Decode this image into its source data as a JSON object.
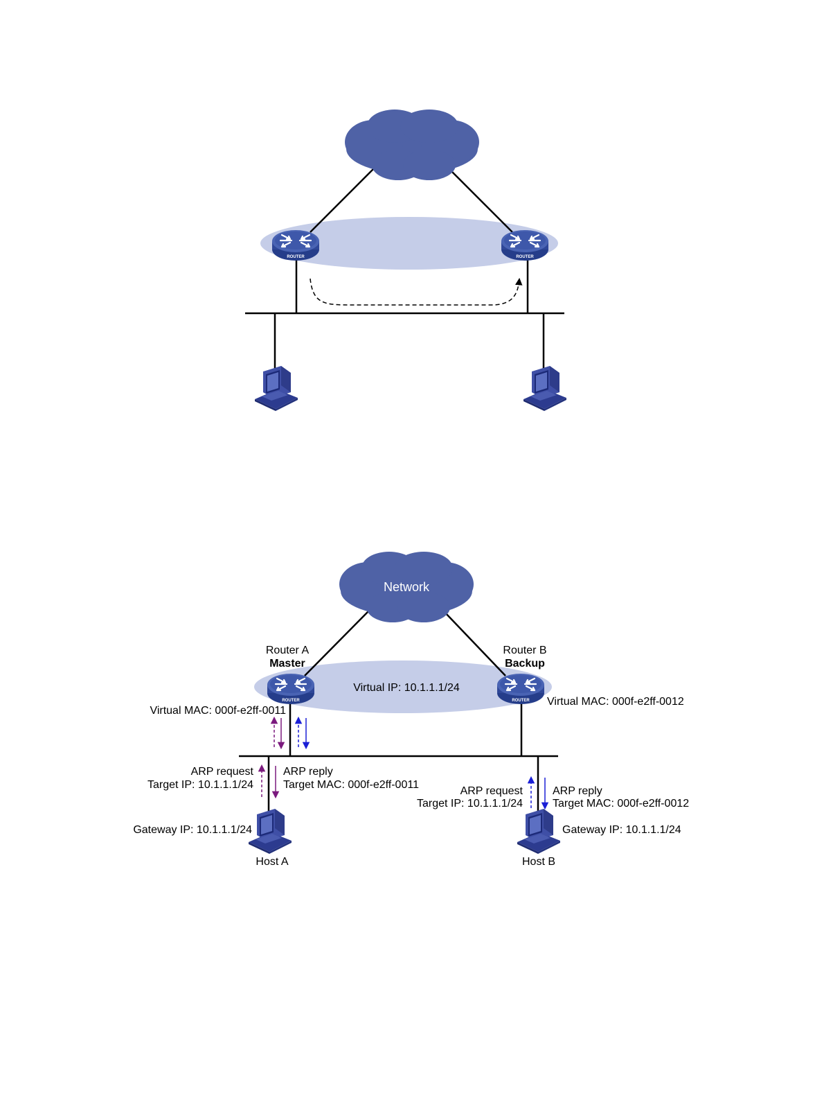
{
  "colors": {
    "cloud": "#4f62a6",
    "router": "#3d55a5",
    "virtual_group": "#c5cde8",
    "host": "#3f4fa6",
    "purple_arrow": "#7b1a7e",
    "blue_arrow": "#1a1fd6",
    "line": "#000000"
  },
  "icons": {
    "router": "router-icon",
    "host": "host-computer-icon",
    "cloud": "network-cloud-icon"
  },
  "diagram1": {
    "router_tag_left": "ROUTER",
    "router_tag_right": "ROUTER"
  },
  "diagram2": {
    "cloud_label": "Network",
    "router_a": {
      "name": "Router A",
      "role": "Master",
      "tag": "ROUTER",
      "virtual_mac": "Virtual MAC: 000f-e2ff-0011"
    },
    "router_b": {
      "name": "Router B",
      "role": "Backup",
      "tag": "ROUTER",
      "virtual_mac": "Virtual MAC: 000f-e2ff-0012"
    },
    "virtual_ip": "Virtual IP: 10.1.1.1/24",
    "host_a": {
      "name": "Host A",
      "gateway": "Gateway IP: 10.1.1.1/24",
      "arp_request": "ARP request",
      "request_target": "Target IP: 10.1.1.1/24",
      "arp_reply": "ARP reply",
      "reply_target": "Target MAC: 000f-e2ff-0011"
    },
    "host_b": {
      "name": "Host B",
      "gateway": "Gateway IP: 10.1.1.1/24",
      "arp_request": "ARP request",
      "request_target": "Target IP: 10.1.1.1/24",
      "arp_reply": "ARP reply",
      "reply_target": "Target MAC: 000f-e2ff-0012"
    }
  }
}
